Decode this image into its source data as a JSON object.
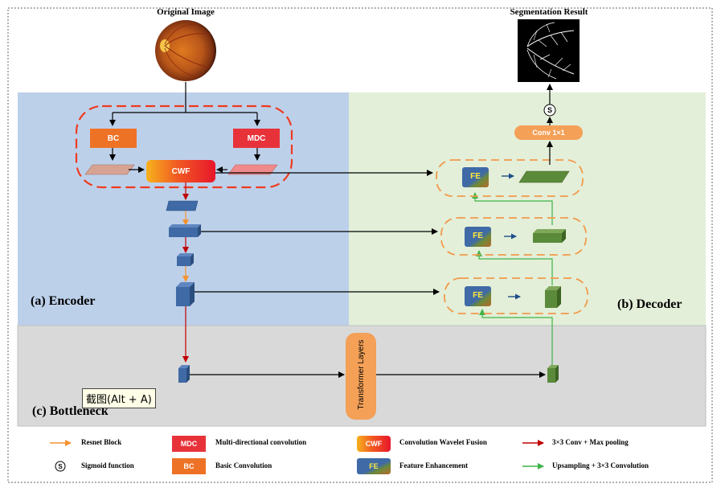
{
  "titles": {
    "original_image": "Original Image",
    "segmentation_result": "Segmentation Result"
  },
  "sections": {
    "encoder": "(a) Encoder",
    "decoder": "(b) Decoder",
    "bottleneck": "(c) Bottleneck"
  },
  "blocks": {
    "bc": "BC",
    "mdc": "MDC",
    "cwf": "CWF",
    "fe": "FE",
    "conv1x1": "Conv 1×1",
    "sigmoid": "S",
    "transformer": "Transformer  Layers"
  },
  "legend": {
    "resnet_block": "Resnet Block",
    "mdc_desc": "Multi-directional convolution",
    "cwf_desc": "Convolution Wavelet Fusion",
    "conv_pool": "3×3 Conv + Max pooling",
    "sigmoid_desc": "Sigmoid function",
    "bc_desc": "Basic Convolution",
    "fe_desc": "Feature Enhancement",
    "upsampling": "Upsampling + 3×3  Convolution"
  },
  "colors": {
    "encoder_bg": "#bdd0ea",
    "decoder_bg": "#e3efd8",
    "bottleneck_bg": "#d9d9d9",
    "bc_orange": "#ee7226",
    "mdc_red": "#e8323a",
    "dashed_red": "#ee3b1f",
    "dashed_orange": "#f29a4c",
    "transformer_orange": "#f4a057",
    "enc_blue": "#3f6aa6",
    "dec_green": "#5b8a3a",
    "resnet_arrow": "#f49331",
    "conv_arrow": "#c00000",
    "up_arrow": "#3fb34a"
  },
  "overlay": {
    "tooltip": "截图(Alt + A)"
  }
}
